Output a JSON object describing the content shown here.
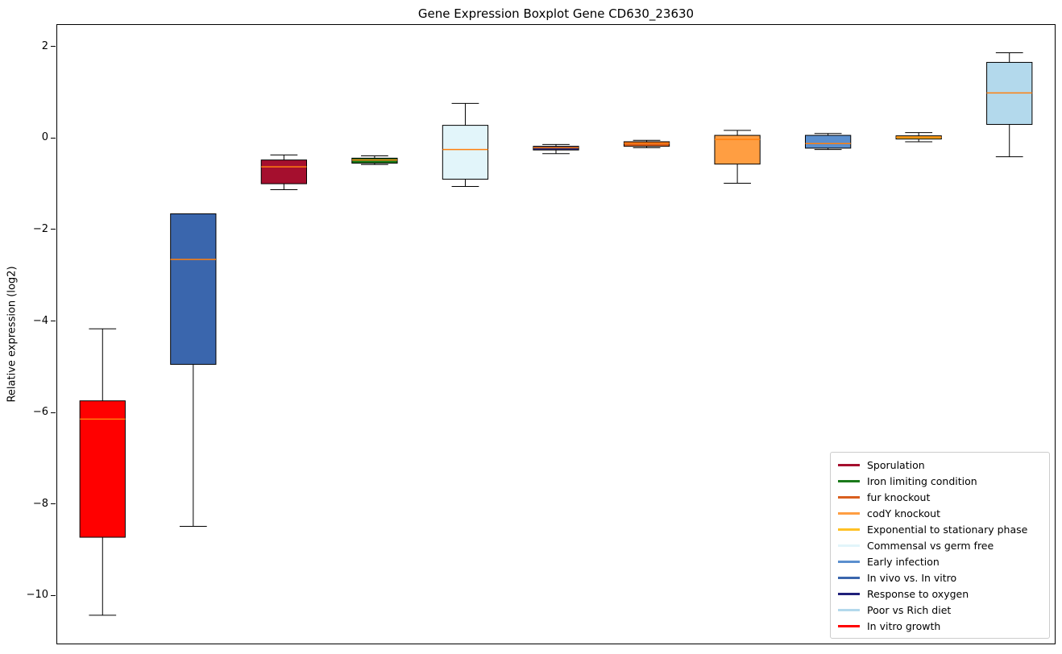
{
  "chart_data": {
    "type": "boxplot",
    "title": "Gene Expression Boxplot Gene CD630_23630",
    "xlabel": "",
    "ylabel": "Relative expression (log2)",
    "ylim": [
      -11.07,
      2.49
    ],
    "grid": false,
    "median_color": "#ff7f0e",
    "box_edge_color": "#000000",
    "yticks": [
      {
        "value": 2,
        "label": "2"
      },
      {
        "value": 0,
        "label": "0"
      },
      {
        "value": -2,
        "label": "−2"
      },
      {
        "value": -4,
        "label": "−4"
      },
      {
        "value": -6,
        "label": "−6"
      },
      {
        "value": -8,
        "label": "−8"
      },
      {
        "value": -10,
        "label": "−10"
      }
    ],
    "series": [
      {
        "name": "In vitro growth",
        "color": "#ff0000",
        "whisker_low": -10.45,
        "q1": -8.74,
        "median": -6.15,
        "q3": -5.75,
        "whisker_high": -4.17
      },
      {
        "name": "In vivo vs. In vitro",
        "color": "#3a66ad",
        "whisker_low": -8.5,
        "q1": -4.95,
        "median": -2.65,
        "q3": -1.65,
        "whisker_high": -1.65
      },
      {
        "name": "Sporulation",
        "color": "#a50f2e",
        "whisker_low": -1.12,
        "q1": -0.99,
        "median": -0.62,
        "q3": -0.47,
        "whisker_high": -0.36
      },
      {
        "name": "Iron limiting condition",
        "color": "#1a7a1a",
        "whisker_low": -0.57,
        "q1": -0.54,
        "median": -0.47,
        "q3": -0.43,
        "whisker_high": -0.38
      },
      {
        "name": "Commensal vs germ free",
        "color": "#e2f5fa",
        "whisker_low": -1.05,
        "q1": -0.89,
        "median": -0.24,
        "q3": 0.29,
        "whisker_high": 0.77
      },
      {
        "name": "Response to oxygen",
        "color": "#20207a",
        "whisker_low": -0.33,
        "q1": -0.25,
        "median": -0.2,
        "q3": -0.17,
        "whisker_high": -0.13
      },
      {
        "name": "fur knockout",
        "color": "#d95f1e",
        "whisker_low": -0.2,
        "q1": -0.17,
        "median": -0.1,
        "q3": -0.07,
        "whisker_high": -0.04
      },
      {
        "name": "codY knockout",
        "color": "#ff9e42",
        "whisker_low": -0.98,
        "q1": -0.56,
        "median": -0.02,
        "q3": 0.07,
        "whisker_high": 0.18
      },
      {
        "name": "Early infection",
        "color": "#5b8fce",
        "whisker_low": -0.24,
        "q1": -0.21,
        "median": -0.11,
        "q3": 0.07,
        "whisker_high": 0.11
      },
      {
        "name": "Exponential to stationary phase",
        "color": "#ffc125",
        "whisker_low": -0.07,
        "q1": -0.01,
        "median": 0.03,
        "q3": 0.06,
        "whisker_high": 0.13
      },
      {
        "name": "Poor vs Rich diet",
        "color": "#b3d9ec",
        "whisker_low": -0.4,
        "q1": 0.31,
        "median": 1.0,
        "q3": 1.67,
        "whisker_high": 1.88
      }
    ],
    "legend": {
      "position": "lower right",
      "entries": [
        {
          "label": "Sporulation",
          "color": "#a50f2e"
        },
        {
          "label": "Iron limiting condition",
          "color": "#1a7a1a"
        },
        {
          "label": "fur knockout",
          "color": "#d95f1e"
        },
        {
          "label": "codY knockout",
          "color": "#ff9e42"
        },
        {
          "label": "Exponential to stationary phase",
          "color": "#ffc125"
        },
        {
          "label": "Commensal vs germ free",
          "color": "#e2f5fa"
        },
        {
          "label": "Early infection",
          "color": "#5b8fce"
        },
        {
          "label": "In vivo vs. In vitro",
          "color": "#3a66ad"
        },
        {
          "label": "Response to oxygen",
          "color": "#20207a"
        },
        {
          "label": "Poor vs Rich diet",
          "color": "#b3d9ec"
        },
        {
          "label": "In vitro growth",
          "color": "#ff0000"
        }
      ]
    }
  }
}
